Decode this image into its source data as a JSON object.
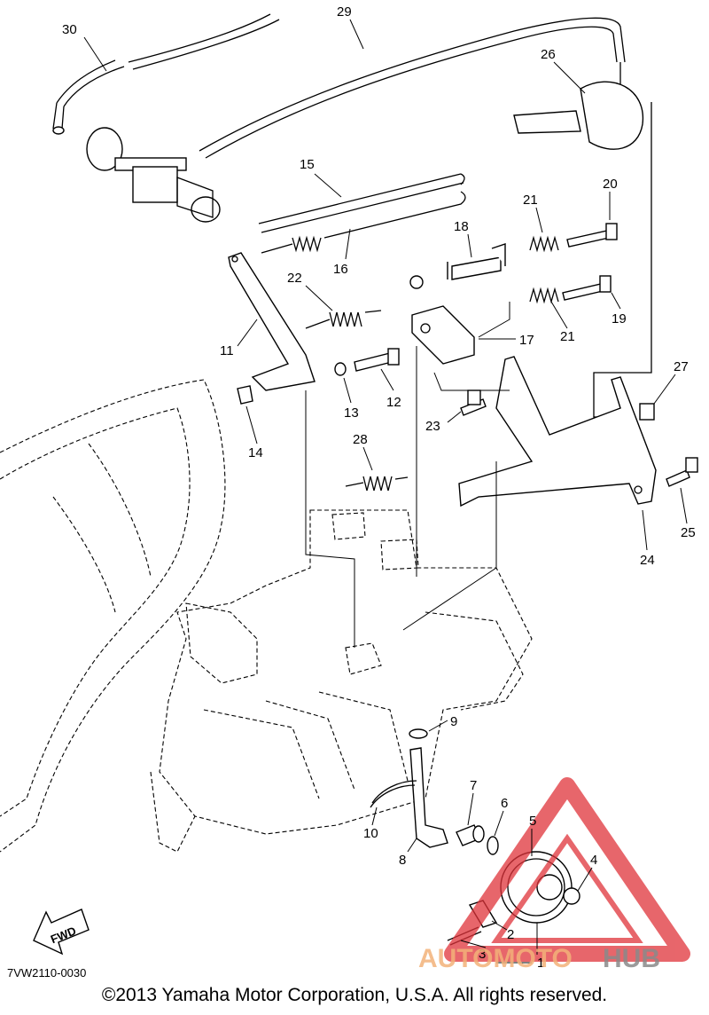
{
  "labels": [
    "30",
    "29",
    "26",
    "15",
    "16",
    "18",
    "21",
    "20",
    "19",
    "21",
    "17",
    "22",
    "11",
    "12",
    "13",
    "14",
    "23",
    "28",
    "27",
    "25",
    "24",
    "9",
    "7",
    "6",
    "5",
    "4",
    "10",
    "8",
    "2",
    "3",
    "1"
  ],
  "fwd_label": "FWD",
  "diagram_code": "7VW2110-0030",
  "watermark": {
    "part1": "AUTOMOTO",
    "part2": "HUB",
    "color_a": "#f2b179",
    "color_b": "#8a8a8a",
    "logo_color": "#e0333a"
  },
  "copyright": "©2013 Yamaha Motor Corporation, U.S.A. All rights reserved."
}
